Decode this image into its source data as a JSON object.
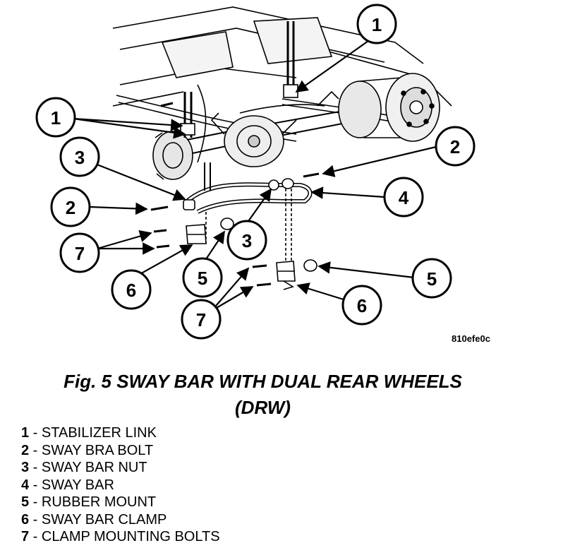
{
  "figure": {
    "code": "810efe0c",
    "caption_line1": "Fig. 5 SWAY BAR WITH DUAL REAR WHEELS",
    "caption_line2": "(DRW)"
  },
  "callouts": [
    "1",
    "1",
    "2",
    "2",
    "3",
    "3",
    "4",
    "5",
    "5",
    "6",
    "6",
    "7",
    "7"
  ],
  "legend": [
    {
      "num": "1",
      "sep": " - ",
      "text": "STABILIZER LINK"
    },
    {
      "num": "2",
      "sep": " - ",
      "text": "SWAY BRA BOLT"
    },
    {
      "num": "3",
      "sep": " - ",
      "text": "SWAY BAR NUT"
    },
    {
      "num": "4",
      "sep": " - ",
      "text": "SWAY BAR"
    },
    {
      "num": "5",
      "sep": " - ",
      "text": "RUBBER MOUNT"
    },
    {
      "num": "6",
      "sep": " - ",
      "text": "SWAY BAR CLAMP"
    },
    {
      "num": "7",
      "sep": " - ",
      "text": "CLAMP MOUNTING BOLTS"
    }
  ]
}
